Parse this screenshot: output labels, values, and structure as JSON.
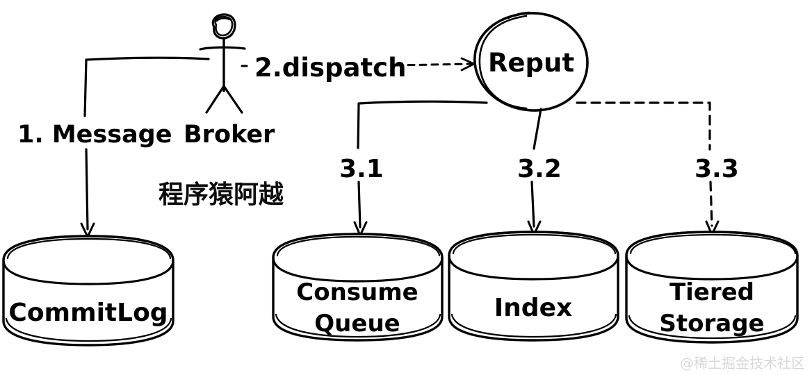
{
  "diagram": {
    "type": "flow-diagram",
    "style": "hand-drawn-sketch",
    "background_color": "#ffffff",
    "stroke_color": "#000000",
    "title_text": "",
    "actor": {
      "name": "stick-figure-actor",
      "label": "Broker"
    },
    "process": {
      "name": "reput-circle",
      "label": "Reput"
    },
    "stores": [
      {
        "id": "commitlog",
        "label_line1": "CommitLog",
        "label_line2": ""
      },
      {
        "id": "consume-queue",
        "label_line1": "Consume",
        "label_line2": "Queue"
      },
      {
        "id": "index",
        "label_line1": "Index",
        "label_line2": ""
      },
      {
        "id": "tiered-storage",
        "label_line1": "Tiered",
        "label_line2": "Storage"
      }
    ],
    "edges": [
      {
        "id": "edge-1",
        "label": "1. Message",
        "style": "solid",
        "from": "Broker",
        "to": "CommitLog"
      },
      {
        "id": "edge-2",
        "label": "2.dispatch",
        "style": "dashed",
        "from": "Broker",
        "to": "Reput"
      },
      {
        "id": "edge-3-1",
        "label": "3.1",
        "style": "solid",
        "from": "Reput",
        "to": "Consume Queue"
      },
      {
        "id": "edge-3-2",
        "label": "3.2",
        "style": "solid",
        "from": "Reput",
        "to": "Index"
      },
      {
        "id": "edge-3-3",
        "label": "3.3",
        "style": "dashed",
        "from": "Reput",
        "to": "Tiered Storage"
      }
    ],
    "annotation": {
      "author_note": "程序猿阿越"
    },
    "watermark": {
      "text": "@稀土掘金技术社区",
      "color": "#d8d8d8"
    }
  }
}
